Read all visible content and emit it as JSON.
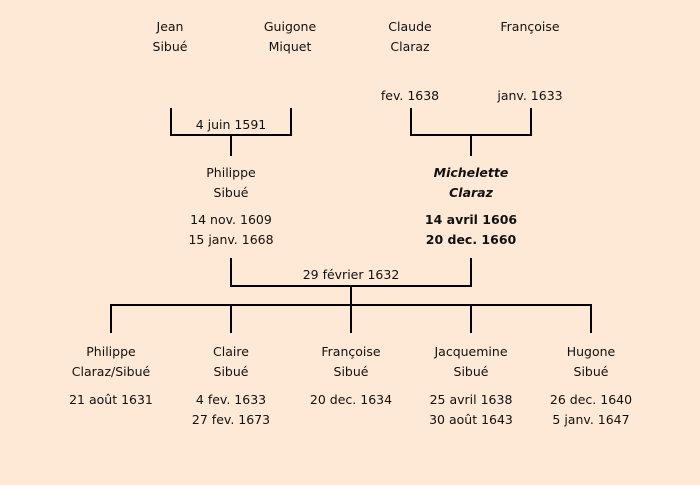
{
  "grandparents": [
    {
      "first": "Jean",
      "last": "Sibué",
      "date": ""
    },
    {
      "first": "Guigone",
      "last": "Miquet",
      "date": ""
    },
    {
      "first": "Claude",
      "last": "Claraz",
      "date": "fev. 1638"
    },
    {
      "first": "Françoise",
      "last": "",
      "date": "janv. 1633"
    }
  ],
  "marriage_left": "4 juin 1591",
  "parents": [
    {
      "first": "Philippe",
      "last": "Sibué",
      "birth": "14 nov. 1609",
      "death": "15 janv. 1668"
    },
    {
      "first": "Michelette",
      "last": "Claraz",
      "birth": "14 avril 1606",
      "death": "20 dec. 1660"
    }
  ],
  "marriage_parents": "29 février 1632",
  "children": [
    {
      "first": "Philippe",
      "last": "Claraz/Sibué",
      "birth": "21 août 1631",
      "death": ""
    },
    {
      "first": "Claire",
      "last": "Sibué",
      "birth": "4 fev. 1633",
      "death": "27 fev. 1673"
    },
    {
      "first": "Françoise",
      "last": "Sibué",
      "birth": "20 dec. 1634",
      "death": ""
    },
    {
      "first": "Jacquemine",
      "last": "Sibué",
      "birth": "25 avril 1638",
      "death": "30 août 1643"
    },
    {
      "first": "Hugone",
      "last": "Sibué",
      "birth": "26 dec. 1640",
      "death": "5 janv. 1647"
    }
  ]
}
